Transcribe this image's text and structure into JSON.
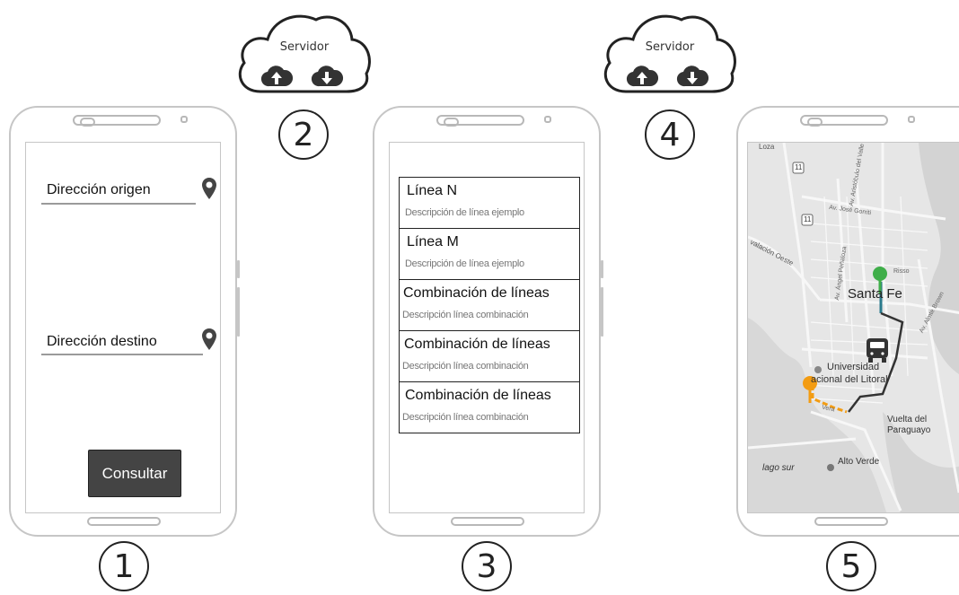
{
  "clouds": [
    {
      "label": "Servidor"
    },
    {
      "label": "Servidor"
    }
  ],
  "steps": [
    "1",
    "2",
    "3",
    "4",
    "5"
  ],
  "screen1": {
    "origin_label": "Dirección origen",
    "destination_label": "Dirección destino",
    "button_label": "Consultar"
  },
  "screen3": {
    "items": [
      {
        "title": "Línea N",
        "description": "Descripción de línea ejemplo"
      },
      {
        "title": "Línea M",
        "description": "Descripción de línea ejemplo"
      },
      {
        "title": "Combinación de líneas",
        "description": "Descripción línea combinación"
      },
      {
        "title": "Combinación de líneas",
        "description": "Descripción línea combinación"
      },
      {
        "title": "Combinación de líneas",
        "description": "Descripción línea combinación"
      }
    ]
  },
  "screen5": {
    "map_labels": {
      "santa_fe": "Santa Fe",
      "universidad_1": "Universidad",
      "universidad_2": "acional del Litoral",
      "vuelta_1": "Vuelta del",
      "vuelta_2": "Paraguayo",
      "lago_sur": "lago sur",
      "alto_verde": "Alto Verde",
      "jose_gorriti": "Av. José Gorriti",
      "aristobulo": "Av. Aristóbulo del Valle",
      "circunvalacion": "valación Oeste",
      "penaloza": "Av. Ángel Peñaloza",
      "risso": "Risso",
      "almte_brown": "Av. Almte Brown",
      "loza": "Loza",
      "route_11a": "11",
      "route_11b": "11",
      "rosa_vera": "Vera"
    },
    "colors": {
      "origin": "#f39c12",
      "destination": "#3fae49",
      "route": "#333333"
    }
  }
}
